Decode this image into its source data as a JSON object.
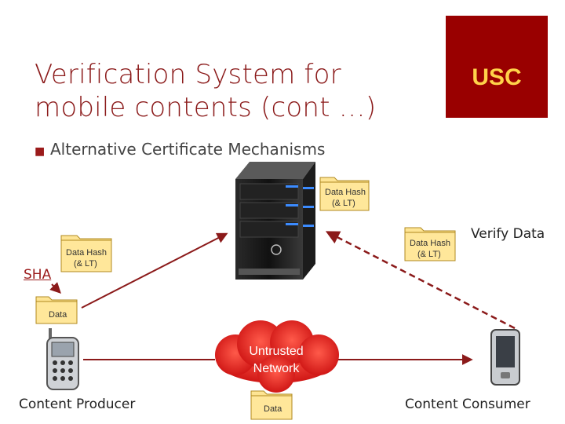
{
  "title_line1": "Verification System for",
  "title_line2": "mobile contents (cont …)",
  "logo": "USC",
  "bullet": "Alternative Certificate Mechanisms",
  "labels": {
    "verify": "Verify Data",
    "sha": "SHA",
    "producer": "Content Producer",
    "consumer": "Content Consumer"
  },
  "folders": {
    "hash_line1": "Data Hash",
    "hash_line2": "(& LT)",
    "data": "Data"
  },
  "network_line1": "Untrusted",
  "network_line2": "Network",
  "colors": {
    "accent": "#990000",
    "logo_text": "#ffd24a",
    "arrow": "#8b1a1a",
    "cloud": "#dd2222"
  }
}
